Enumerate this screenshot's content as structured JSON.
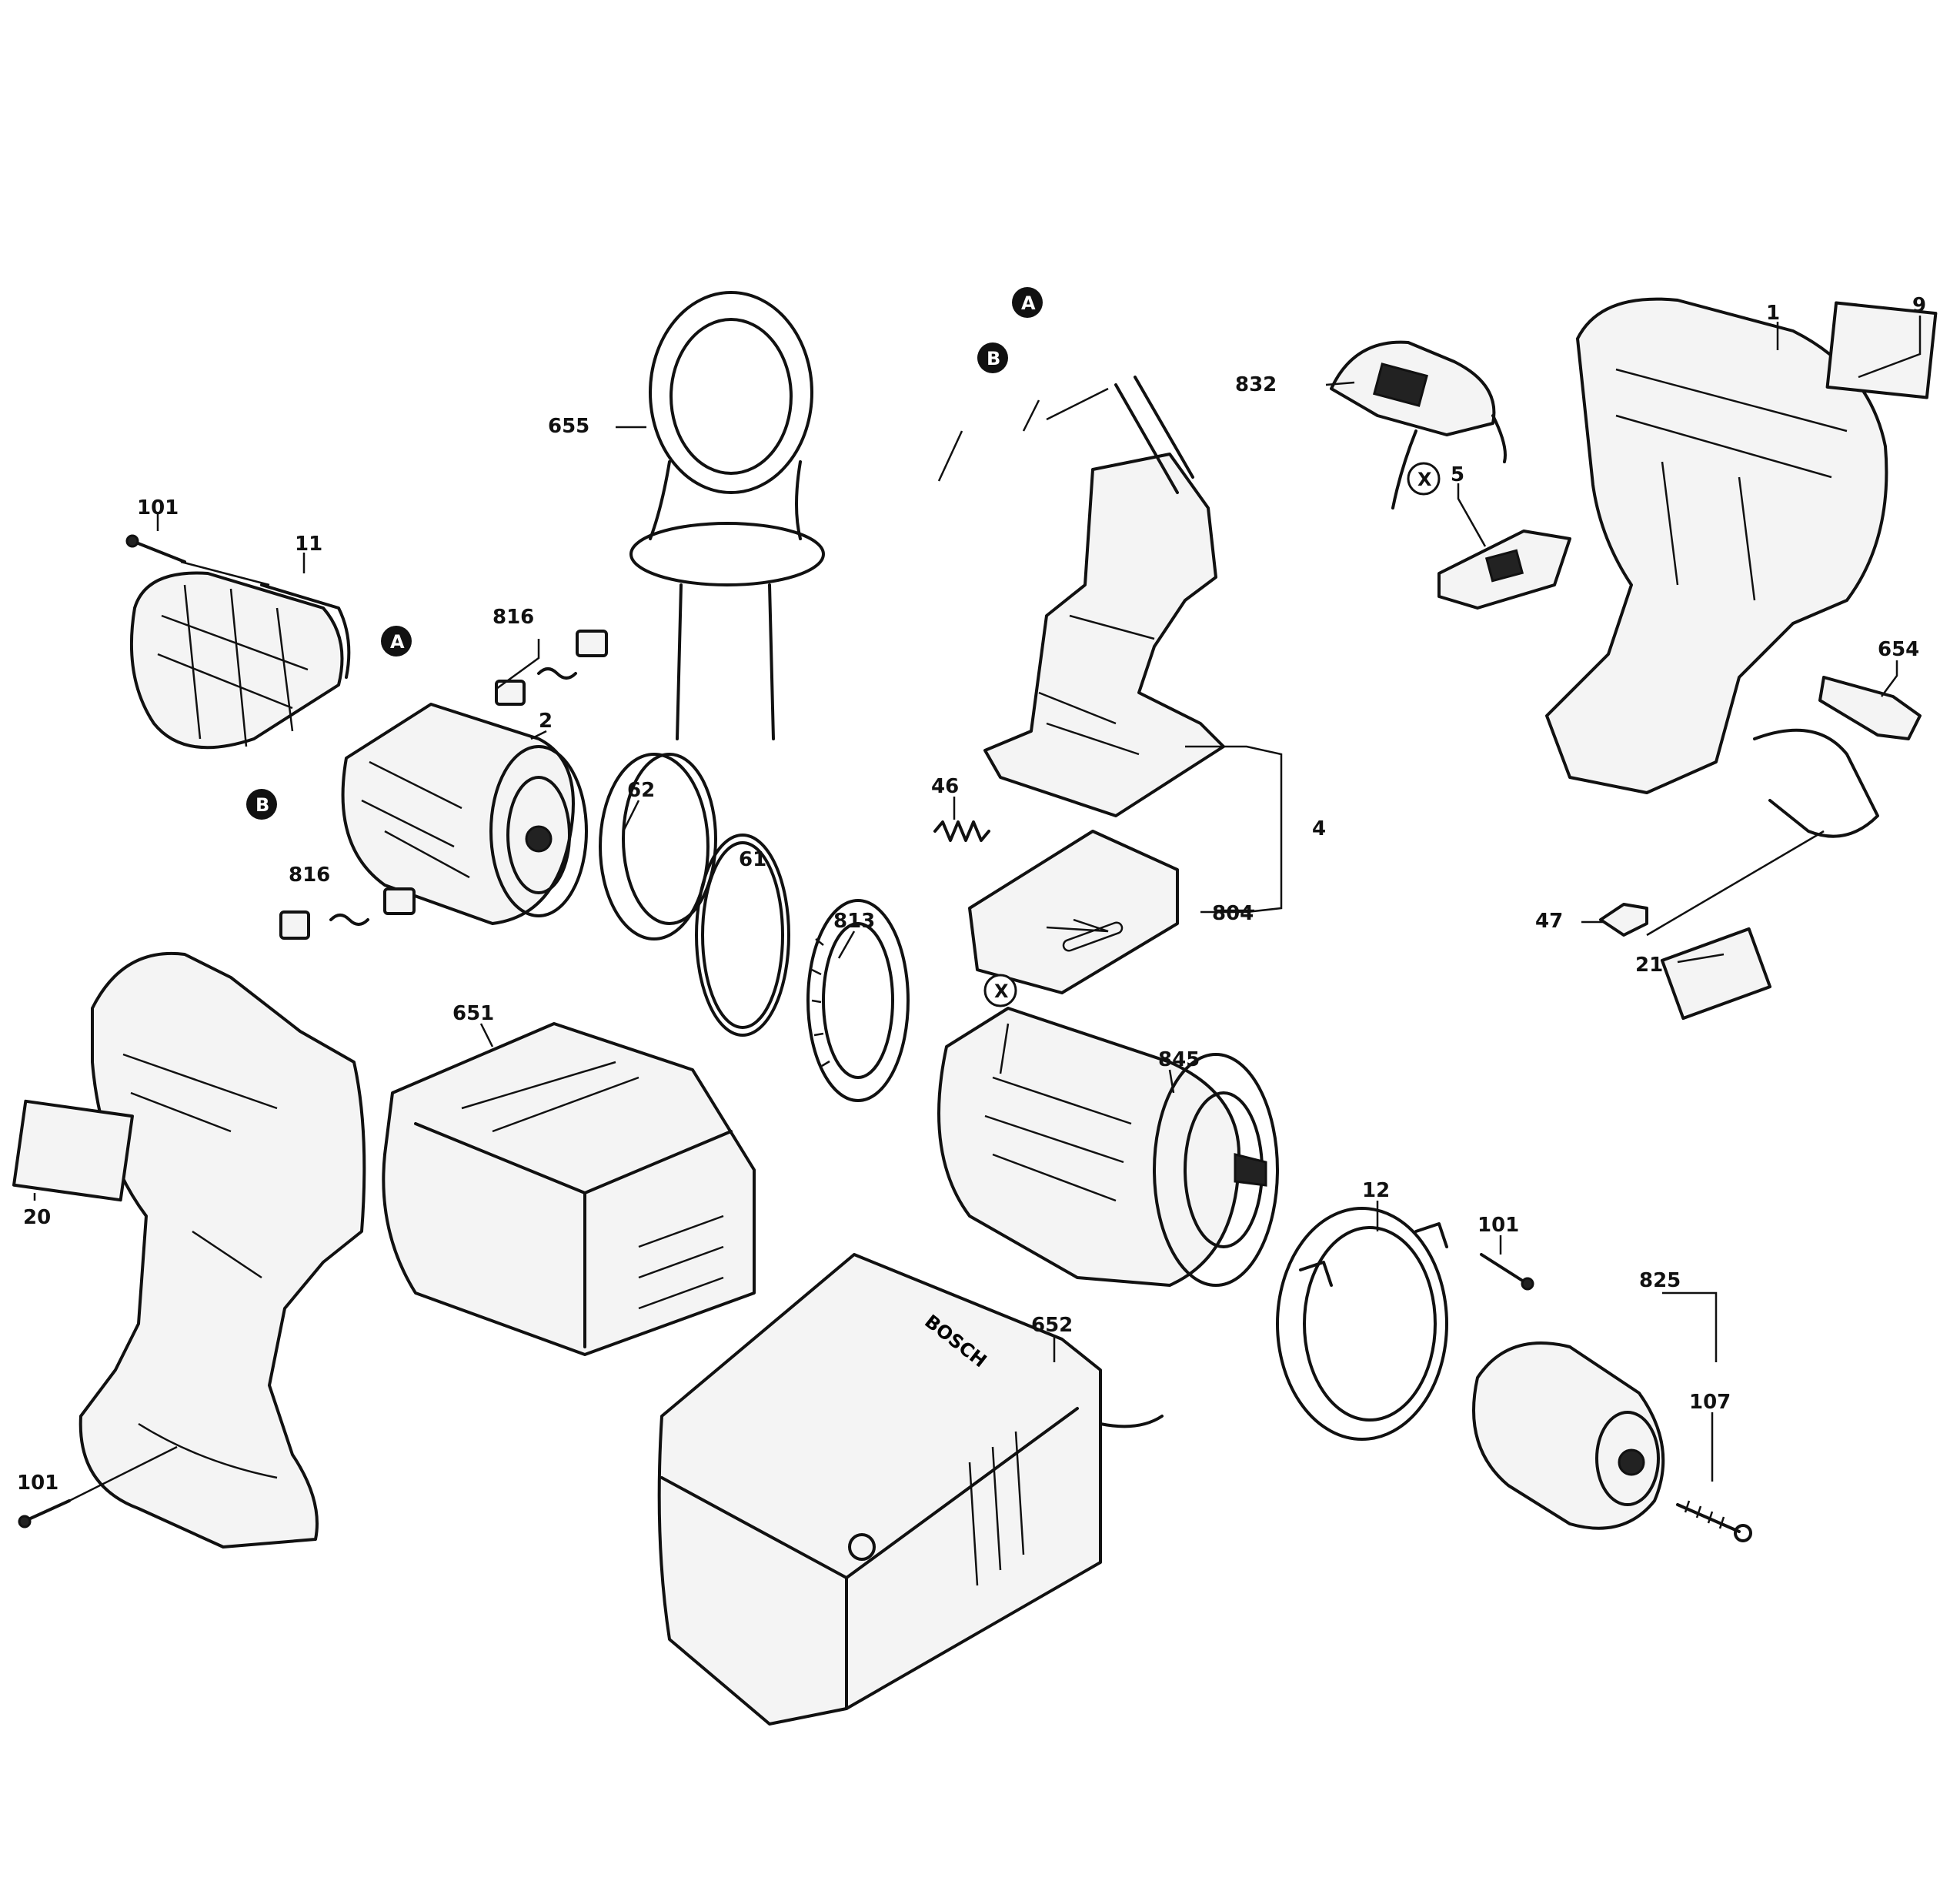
{
  "brand_text": "BOSCH",
  "callouts": {
    "p1": "1",
    "p9": "9",
    "p832": "832",
    "p5": "5",
    "p654": "654",
    "p47": "47",
    "p21": "21",
    "p655": "655",
    "p101a": "101",
    "p11": "11",
    "p816a": "816",
    "p2": "2",
    "p62": "62",
    "p61": "61",
    "p813": "813",
    "p816b": "816",
    "p46": "46",
    "p4": "4",
    "p804": "804",
    "p651": "651",
    "p845": "845",
    "p20": "20",
    "p12": "12",
    "p101b": "101",
    "p825": "825",
    "p652": "652",
    "p107": "107",
    "p101c": "101"
  },
  "markers": {
    "a1": "A",
    "b1": "B",
    "a2": "A",
    "b2": "B",
    "x1": "X",
    "x2": "X"
  }
}
